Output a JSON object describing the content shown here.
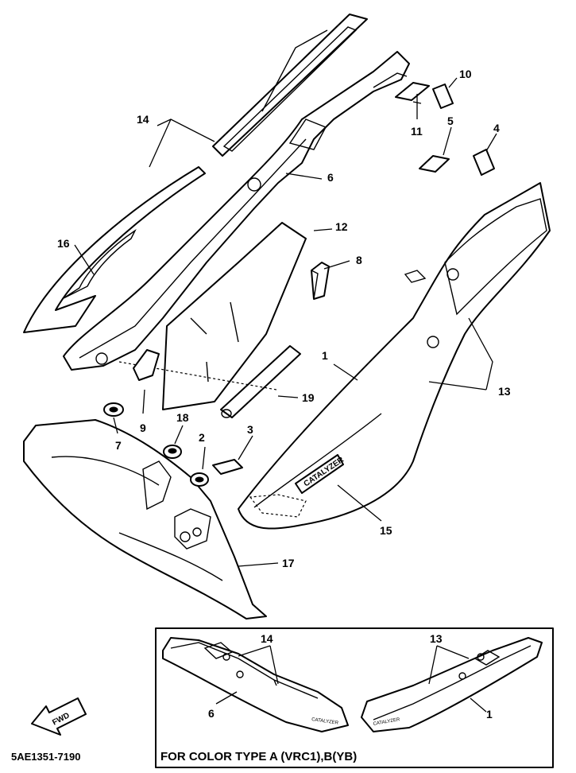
{
  "diagram": {
    "part_numbers": {
      "p1": "1",
      "p2": "2",
      "p3": "3",
      "p4": "4",
      "p5": "5",
      "p6": "6",
      "p7": "7",
      "p8": "8",
      "p9": "9",
      "p10": "10",
      "p11": "11",
      "p12": "12",
      "p13": "13",
      "p14": "14",
      "p15": "15",
      "p16": "16",
      "p17": "17",
      "p18": "18",
      "p19": "19"
    },
    "emblem_text": "CATALYZER",
    "fwd_label": "FWD",
    "drawing_code": "5AE1351-7190",
    "inset": {
      "caption": "FOR COLOR TYPE A (VRC1),B(YB)",
      "labels": {
        "l14": "14",
        "l6": "6",
        "l13": "13",
        "l1": "1"
      },
      "emblem_text": "CATALYZER"
    }
  }
}
